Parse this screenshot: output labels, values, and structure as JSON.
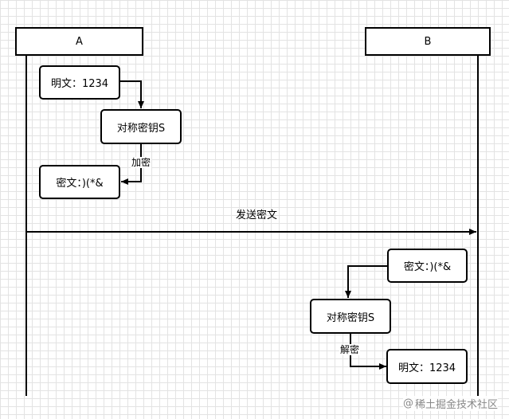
{
  "participants": {
    "a": "A",
    "b": "B"
  },
  "a_side": {
    "plaintext": "明文：1234",
    "key": "对称密钥S",
    "encrypt_label": "加密",
    "ciphertext": "密文：)(*&"
  },
  "message": {
    "label": "发送密文"
  },
  "b_side": {
    "ciphertext": "密文：)(*&",
    "key": "对称密钥S",
    "decrypt_label": "解密",
    "plaintext": "明文：1234"
  },
  "watermark": {
    "logo": "@",
    "text": "稀土掘金技术社区"
  },
  "colors": {
    "line": "#000000",
    "grid": "#e3e3e3",
    "watermark": "#888888"
  }
}
